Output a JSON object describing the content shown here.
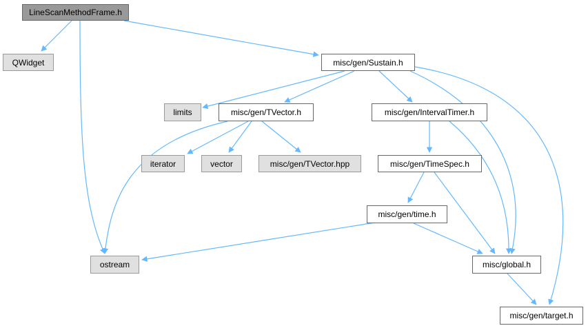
{
  "colors": {
    "edge": "#63b8ff",
    "root_fill": "#999999",
    "ext_fill": "#e0e0e0",
    "border": "#666666"
  },
  "nodes": {
    "linescan": {
      "label": "LineScanMethodFrame.h",
      "kind": "root"
    },
    "qwidget": {
      "label": "QWidget",
      "kind": "external"
    },
    "sustain": {
      "label": "misc/gen/Sustain.h",
      "kind": "header"
    },
    "limits": {
      "label": "limits",
      "kind": "external"
    },
    "tvector": {
      "label": "misc/gen/TVector.h",
      "kind": "header"
    },
    "intervaltimer": {
      "label": "misc/gen/IntervalTimer.h",
      "kind": "header"
    },
    "iterator": {
      "label": "iterator",
      "kind": "external"
    },
    "vector": {
      "label": "vector",
      "kind": "external"
    },
    "tvectorhpp": {
      "label": "misc/gen/TVector.hpp",
      "kind": "external"
    },
    "timespec": {
      "label": "misc/gen/TimeSpec.h",
      "kind": "header"
    },
    "time": {
      "label": "misc/gen/time.h",
      "kind": "header"
    },
    "ostream": {
      "label": "ostream",
      "kind": "external"
    },
    "global": {
      "label": "misc/global.h",
      "kind": "header"
    },
    "target": {
      "label": "misc/gen/target.h",
      "kind": "header"
    }
  },
  "edges": [
    {
      "from": "linescan",
      "to": "qwidget"
    },
    {
      "from": "linescan",
      "to": "ostream"
    },
    {
      "from": "linescan",
      "to": "sustain"
    },
    {
      "from": "sustain",
      "to": "limits"
    },
    {
      "from": "sustain",
      "to": "tvector"
    },
    {
      "from": "sustain",
      "to": "intervaltimer"
    },
    {
      "from": "sustain",
      "to": "global"
    },
    {
      "from": "sustain",
      "to": "target"
    },
    {
      "from": "tvector",
      "to": "ostream"
    },
    {
      "from": "tvector",
      "to": "iterator"
    },
    {
      "from": "tvector",
      "to": "vector"
    },
    {
      "from": "tvector",
      "to": "tvectorhpp"
    },
    {
      "from": "intervaltimer",
      "to": "timespec"
    },
    {
      "from": "intervaltimer",
      "to": "global"
    },
    {
      "from": "timespec",
      "to": "time"
    },
    {
      "from": "timespec",
      "to": "global"
    },
    {
      "from": "time",
      "to": "ostream"
    },
    {
      "from": "time",
      "to": "global"
    },
    {
      "from": "global",
      "to": "target"
    }
  ]
}
